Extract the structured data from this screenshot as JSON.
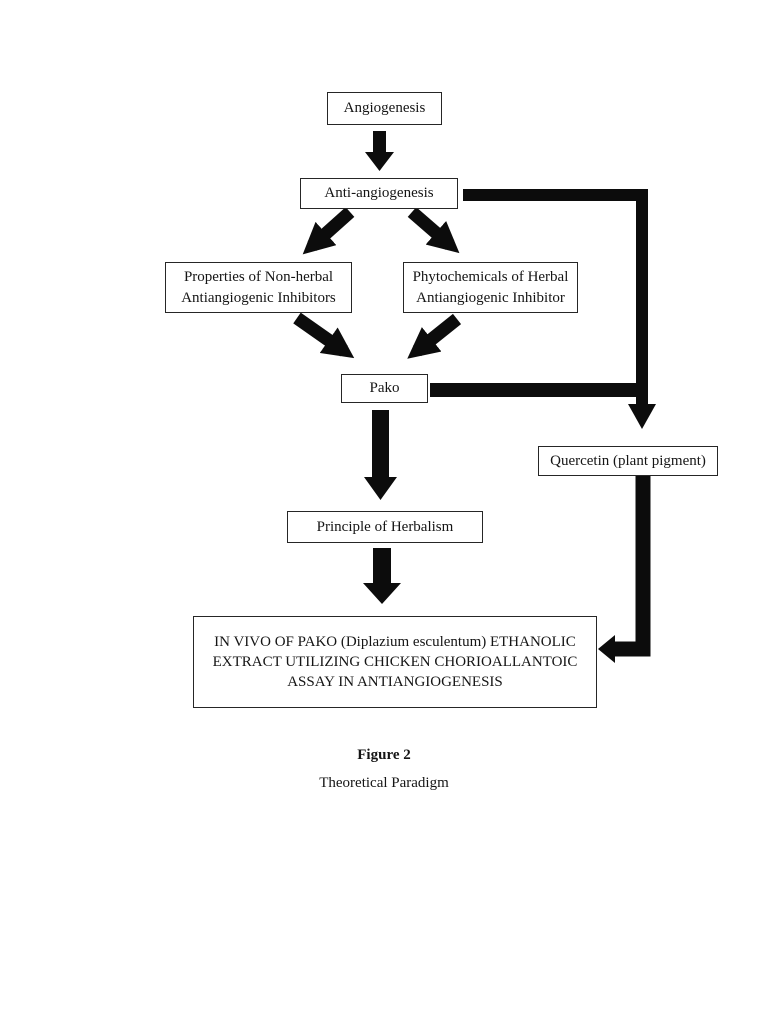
{
  "diagram": {
    "nodes": {
      "angiogenesis": {
        "label": "Angiogenesis"
      },
      "anti_angiogenesis": {
        "label": "Anti-angiogenesis"
      },
      "non_herbal": {
        "line1": "Properties of Non-herbal",
        "line2": "Antiangiogenic Inhibitors"
      },
      "herbal": {
        "line1": "Phytochemicals of Herbal",
        "line2": "Antiangiogenic Inhibitor"
      },
      "pako": {
        "label": "Pako"
      },
      "quercetin": {
        "label": "Quercetin (plant pigment)"
      },
      "principle": {
        "label": "Principle of Herbalism"
      },
      "in_vivo": {
        "line1": "IN VIVO OF PAKO (Diplazium esculentum) ETHANOLIC",
        "line2": "EXTRACT UTILIZING CHICKEN CHORIOALLANTOIC",
        "line3": "ASSAY IN ANTIANGIOGENESIS"
      }
    },
    "caption": {
      "label": "Figure 2",
      "title": "Theoretical Paradigm"
    },
    "colors": {
      "ink": "#0c0c0c",
      "page_bg": "#ffffff"
    }
  }
}
